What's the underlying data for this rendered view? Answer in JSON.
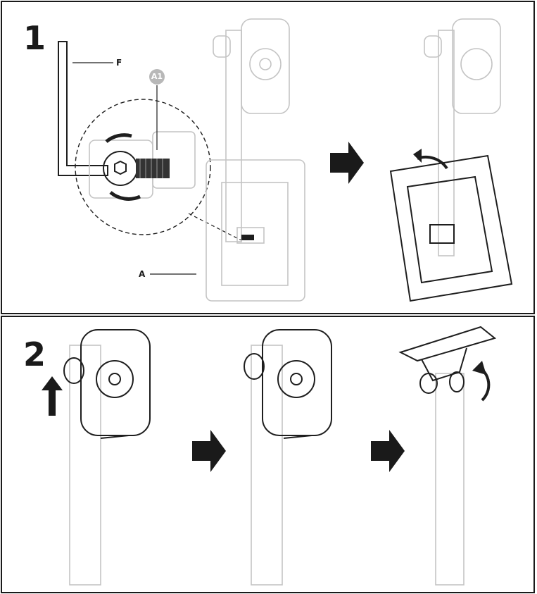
{
  "steps": [
    {
      "number": "1",
      "callouts": {
        "hex_key": "F",
        "screw": "A1",
        "plate": "A"
      }
    },
    {
      "number": "2"
    }
  ],
  "icons": {
    "arrow": "right-arrow-icon",
    "rotate": "rotate-arrow-icon",
    "up": "up-arrow-icon"
  },
  "colors": {
    "ink": "#1a1a1a",
    "line_art": "#c4c4c4",
    "badge": "#b8b8b8"
  }
}
